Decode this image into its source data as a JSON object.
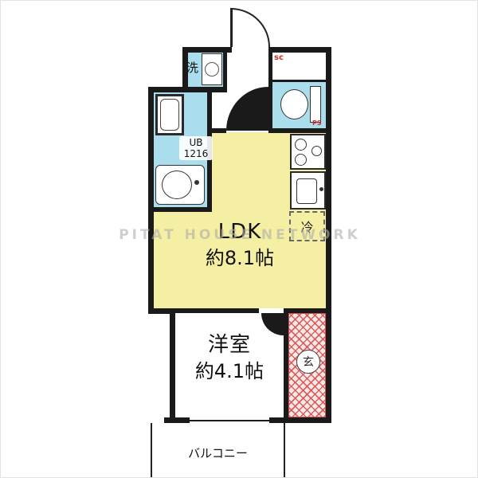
{
  "plan": {
    "watermark": "PITAT HOUSE NETWORK",
    "ldk": {
      "name": "LDK",
      "size": "約8.1帖"
    },
    "bedroom": {
      "name": "洋室",
      "size": "約4.1帖"
    },
    "balcony": {
      "name": "バルコニー"
    },
    "washer": {
      "label": "洗"
    },
    "unit_bath": {
      "line1": "UB",
      "line2": "1216"
    },
    "refrigerator": {
      "label": "冷"
    },
    "entrance": {
      "label": "玄"
    },
    "shoe_closet": {
      "label": "sc"
    },
    "pipe_space": {
      "label": "PS"
    },
    "colors": {
      "water_rooms": "#aadeed",
      "ldk_floor": "#f5efa3",
      "hatch_red": "#d74b4b",
      "wall": "#1a1a1a"
    }
  }
}
